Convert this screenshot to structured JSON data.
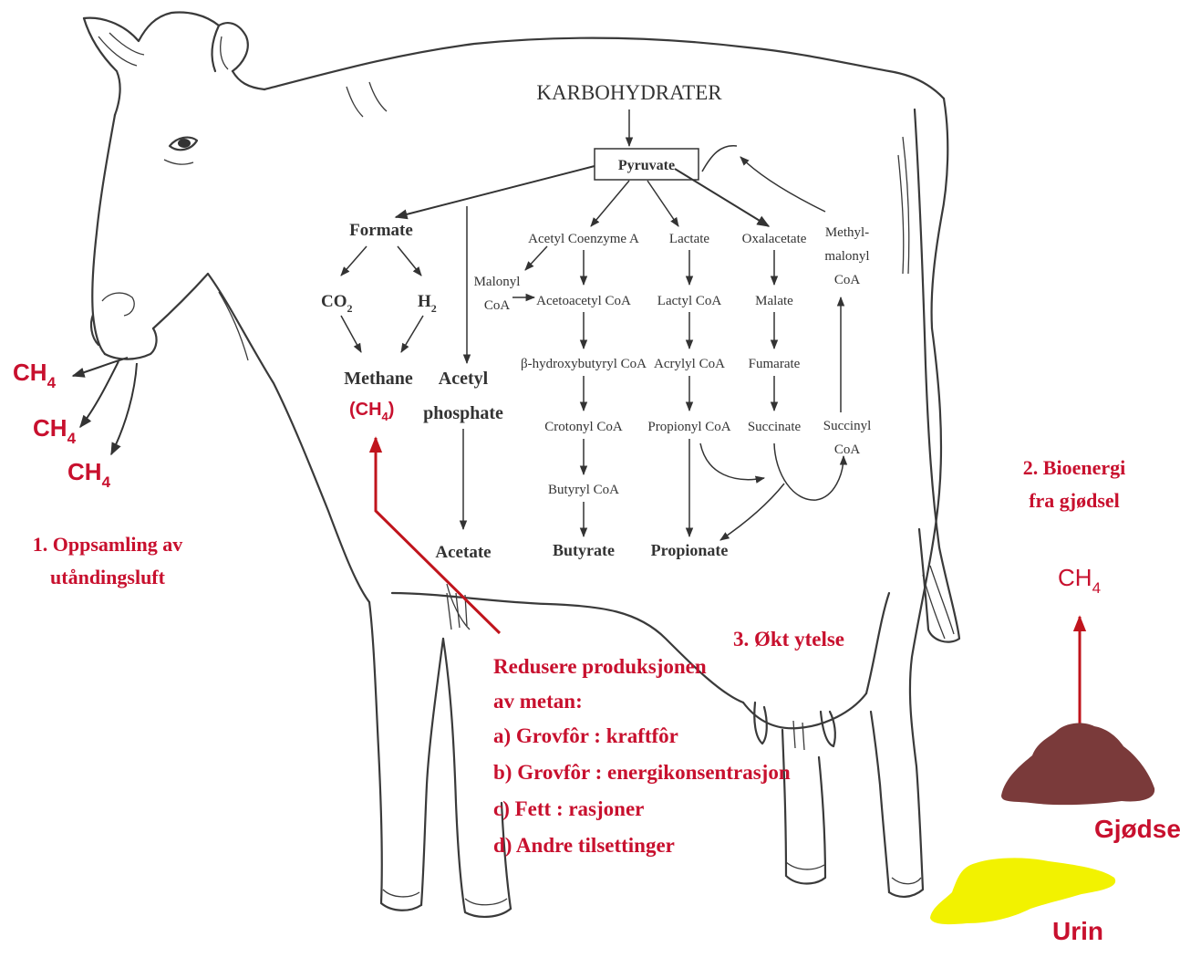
{
  "colors": {
    "accent_red": "#c8102e",
    "line": "#333333",
    "manure": "#7a3a3a",
    "urine": "#f2f200"
  },
  "icons": [
    "cow-outline",
    "manure-pile-icon",
    "urine-puddle-icon"
  ],
  "pathway": {
    "root": "KARBOHYDRATER",
    "pyruvate": "Pyruvate",
    "formate": "Formate",
    "co2": "CO",
    "co2_sub": "2",
    "h2": "H",
    "h2_sub": "2",
    "methane": "Methane",
    "methane_ch": "(CH",
    "methane_sub": "4",
    "methane_close": ")",
    "acetyl_phosphate_1": "Acetyl",
    "acetyl_phosphate_2": "phosphate",
    "acetate": "Acetate",
    "acetyl_coa": "Acetyl Coenzyme A",
    "malonyl_1": "Malonyl",
    "malonyl_2": "CoA",
    "acetoacetyl": "Acetoacetyl CoA",
    "hydroxybutyryl": "β-hydroxybutyryl CoA",
    "crotonyl": "Crotonyl CoA",
    "butyryl": "Butyryl CoA",
    "butyrate": "Butyrate",
    "lactate": "Lactate",
    "lactyl": "Lactyl CoA",
    "acrylyl": "Acrylyl CoA",
    "propionyl": "Propionyl CoA",
    "propionate": "Propionate",
    "oxalacetate": "Oxalacetate",
    "malate": "Malate",
    "fumarate": "Fumarate",
    "succinate": "Succinate",
    "methylmalonyl_1": "Methyl-",
    "methylmalonyl_2": "malonyl",
    "methylmalonyl_3": "CoA",
    "succinyl_1": "Succinyl",
    "succinyl_2": "CoA"
  },
  "breath": {
    "ch": "CH",
    "sub": "4",
    "caption_1": "1. Oppsamling av",
    "caption_2": "utåndingsluft"
  },
  "reduce": {
    "line_1": "Redusere produksjonen",
    "line_2": "av metan:",
    "item_a": "a) Grovfôr : kraftfôr",
    "item_b": "b) Grovfôr : energikonsentrasjon",
    "item_c": "c) Fett : rasjoner",
    "item_d": "d) Andre tilsettinger"
  },
  "performance": "3. Økt ytelse",
  "bioenergy": {
    "line_1": "2. Bioenergi",
    "line_2": "fra gjødsel",
    "ch": "CH",
    "sub": "4",
    "manure": "Gjødsel",
    "urine": "Urin"
  }
}
